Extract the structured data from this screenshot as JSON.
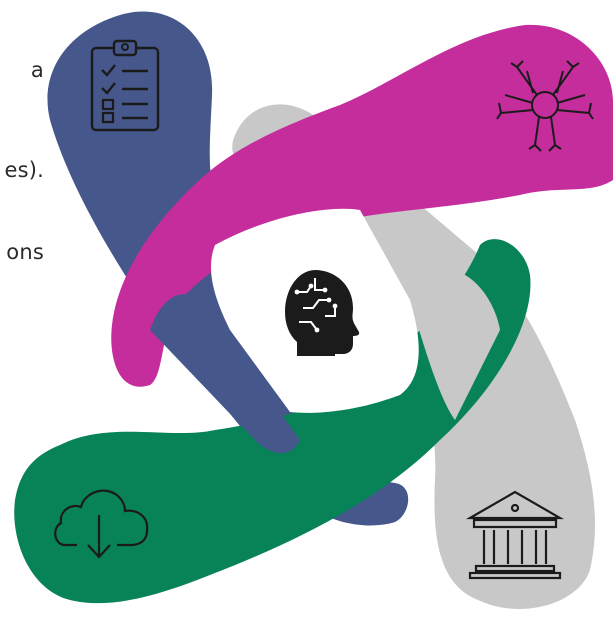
{
  "text_fragments": [
    {
      "id": "fragment-1",
      "text": "a"
    },
    {
      "id": "fragment-2",
      "text": "es)."
    },
    {
      "id": "fragment-3",
      "text": "ons"
    }
  ],
  "colors": {
    "navy": "#46578C",
    "magenta": "#C52D9D",
    "gray": "#C8C8C8",
    "green": "#088357",
    "icon_dark": "#1b1b1b",
    "icon_light": "#2a2a2a",
    "white": "#ffffff"
  },
  "icons": {
    "top_left": "clipboard-checklist-icon",
    "top_right": "teamwork-hands-icon",
    "center": "ai-brain-head-icon",
    "bottom_left": "cloud-download-icon",
    "bottom_right": "institution-building-icon"
  }
}
